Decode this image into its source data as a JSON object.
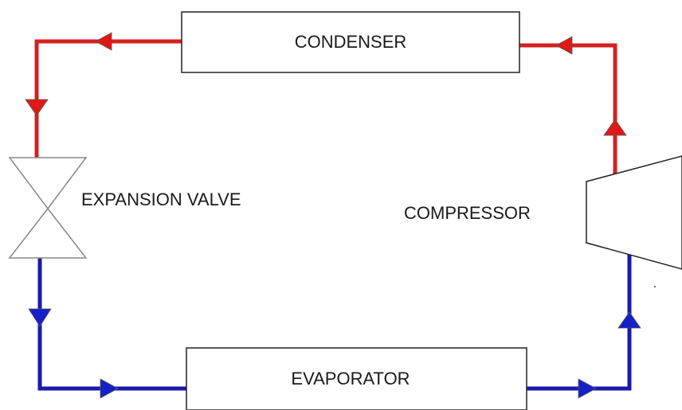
{
  "components": {
    "condenser": "CONDENSER",
    "expansion_valve": "EXPANSION VALVE",
    "compressor": "COMPRESSOR",
    "evaporator": "EVAPORATOR"
  },
  "colors": {
    "hot_line": "#d42020",
    "cold_line": "#1a1aa8",
    "hot_arrow": "#e01818",
    "cold_arrow": "#1520c8",
    "outline": "#222222",
    "valve_outline": "#888888"
  }
}
